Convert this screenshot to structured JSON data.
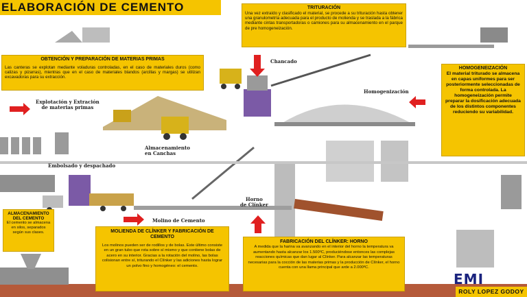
{
  "title": "ELABORACIÓN DE CEMENTO",
  "sections": {
    "trituracion": {
      "heading": "TRITURACIÓN",
      "text": "Una vez extraído y clasificado el material, se procede a su trituración hasta obtener una granulometría adecuada para el producto de molienda y se traslada a la fábrica mediante cintas transportadoras o camiones para su almacenamiento en el parque de pre homogeneización."
    },
    "obtencion": {
      "heading": "OBTENCIÓN Y PREPARACIÓN DE MATERIAS PRIMAS",
      "text": "Las canteras se explotan mediante voladuras controladas, en el caso de materiales duros (como calizas y pizarras), mientras que en el caso de materiales blandos (arcillas y margas) se utilizan excavadoras para su extracción."
    },
    "homogeneizacion": {
      "heading": "HOMOGENEIZACIÓN",
      "text": "El material triturado se almacena en capas uniformes para ser posteriormente seleccionadas de forma controlada. La homogeneización permite preparar la dosificación adecuada de los distintos componentes reduciendo su variabilidad."
    },
    "almacenamiento_cemento": {
      "heading": "ALMACENAMIENTO DEL CEMENTO",
      "text": "El cemento se almacena en silos, separados según sus clases."
    },
    "molienda": {
      "heading": "MOLIENDA DE CLÍNKER Y FABRICACIÓN DE CEMENTO",
      "text": "Los molinos pueden ser de rodillos y de bolas. Este último consiste en un gran tubo que rota sobre sí mismo y que contiene bolas de acero en su interior. Gracias a la rotación del molino, las bolas colisionan entre sí, triturando el Clínker y las adiciones hasta lograr un polvo fino y homogéneo: el cemento."
    },
    "fabricacion": {
      "heading": "FABRICACIÓN DEL CLÍNKER: HORNO",
      "text": "A medida que la harina va avanzando en el interior del horno la temperatura va aumentando hasta alcanzar los 1.500ºC, produciéndose entonces las complejas reacciones químicas que dan lugar al Clínker. Para alcanzar las temperaturas necesarias para la cocción de las materias primas y la producción de Clínker, el horno cuenta con una llama principal que arde a 2.000ºC."
    }
  },
  "labels": {
    "chancado": "Chancado",
    "homogenizacion": "Homogenización",
    "explotacion": "Explotación y Extración\nde materias primas",
    "almacenamiento_canchas": "Almacenamiento\nen Canchas",
    "embolsado": "Embolsado y despachado",
    "horno": "Horno\nde Clínker",
    "molino": "Molino de Cemento"
  },
  "logo": "EMI",
  "author": "ROLY LOPEZ GODOY",
  "colors": {
    "yellow": "#f5c400",
    "red": "#e02020",
    "ground": "#b55a3a",
    "gray": "#9a9a9a"
  }
}
